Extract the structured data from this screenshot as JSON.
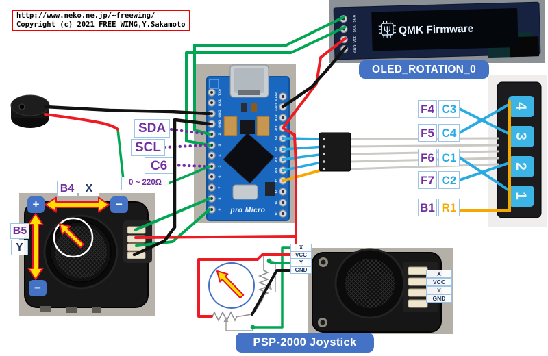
{
  "header": {
    "line1": "http://www.neko.ne.jp/~freewing/",
    "line2": "Copyright (c) 2021 FREE WING,Y.Sakamoto"
  },
  "oled": {
    "screen_text": "QMK Firmware",
    "caption": "OLED_ROTATION_0",
    "pin_labels": [
      "SDA",
      "SCK",
      "VCC",
      "GND"
    ]
  },
  "promicro": {
    "board_name": "pro Micro",
    "left_pins": [
      "TX0",
      "RX1",
      "GND",
      "GND",
      "2",
      "3",
      "4",
      "5",
      "6",
      "7",
      "8",
      "9"
    ],
    "right_pins": [
      "RAW",
      "GND",
      "RST",
      "VCC",
      "A3",
      "A2",
      "A1",
      "A0",
      "15",
      "14",
      "16",
      "10"
    ]
  },
  "annotations": {
    "sda": "SDA",
    "scl": "SCL",
    "c6": "C6",
    "resistor": "0 ~ 220Ω"
  },
  "left_joystick": {
    "b4": "B4",
    "x": "X",
    "b5": "B5",
    "y": "Y",
    "plus": "+",
    "minus_right": "−",
    "minus_bottom": "−"
  },
  "keypad": {
    "f_labels": [
      "F4",
      "F5",
      "F6",
      "F7"
    ],
    "c_labels": [
      "C3",
      "C4",
      "C1",
      "C2"
    ],
    "b1": "B1",
    "r1": "R1",
    "keys": [
      "4",
      "3",
      "2",
      "1"
    ]
  },
  "schematic_pins": [
    "X",
    "VCC",
    "Y",
    "GND"
  ],
  "right_joystick": {
    "pin_labels": [
      "X",
      "VCC",
      "Y",
      "GND"
    ],
    "caption": "PSP-2000 Joystick"
  },
  "colors": {
    "wire_green": "#00a651",
    "wire_red": "#ed1c24",
    "wire_black": "#121212",
    "wire_cyan": "#29abe2",
    "wire_orange": "#f5a800",
    "dotted_purple": "#7030a0",
    "label_purple": "#7030a0",
    "label_navy": "#1f3864",
    "label_cyan": "#29abe2",
    "label_orange": "#f5a800",
    "caption_blue": "#4472c4",
    "key_blue": "#3cb4e6",
    "tag_border": "#9dc3e6"
  }
}
